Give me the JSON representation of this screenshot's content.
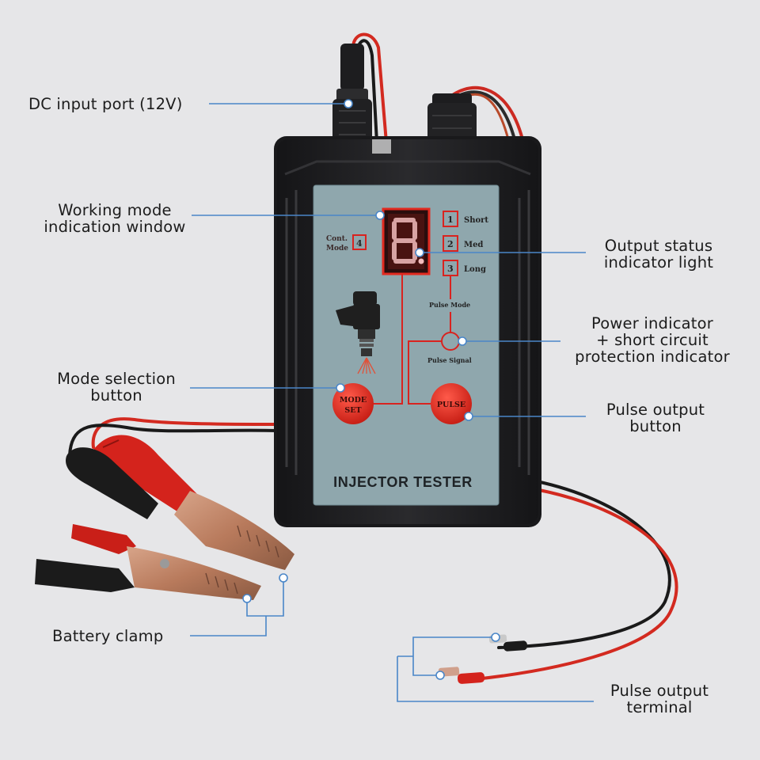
{
  "callouts": {
    "dc_input_port": "DC input port (12V)",
    "working_mode_window": [
      "Working mode",
      "indication window"
    ],
    "output_status_light": [
      "Output status",
      "indicator light"
    ],
    "power_indicator": [
      "Power indicator",
      "+ short circuit",
      "protection indicator"
    ],
    "mode_selection_button": [
      "Mode selection",
      "button"
    ],
    "pulse_output_button": [
      "Pulse output",
      "button"
    ],
    "battery_clamp": "Battery clamp",
    "pulse_output_terminal": [
      "Pulse output",
      "terminal"
    ]
  },
  "panel": {
    "brand": "INJECTOR TESTER",
    "cont_mode": [
      "Cont.",
      "Mode"
    ],
    "cont_mode_number": "4",
    "modes": [
      {
        "number": "1",
        "label": "Short"
      },
      {
        "number": "2",
        "label": "Med"
      },
      {
        "number": "3",
        "label": "Long"
      }
    ],
    "pulse_mode_label": "Pulse Mode",
    "pulse_signal_label": "Pulse Signal",
    "mode_button": [
      "MODE",
      "SET"
    ],
    "pulse_button": "PULSE",
    "display_digit": "8."
  },
  "colors": {
    "background": "#e6e6e8",
    "case": "#1e1e20",
    "panel": "#8fa7ad",
    "accent_red": "#d9231f",
    "callout_line": "#4a86c8"
  }
}
